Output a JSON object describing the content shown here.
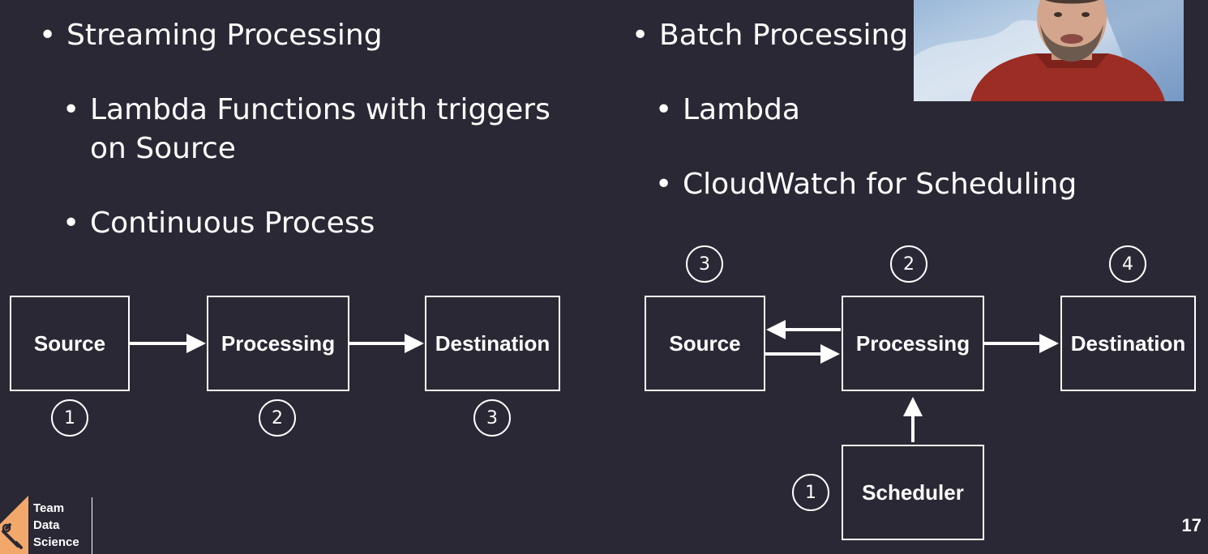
{
  "slide": {
    "page_number": "17",
    "background_color": "#2a2834",
    "left_column": {
      "heading": "Streaming Processing",
      "bullets": [
        "Lambda Functions with triggers",
        "on Source",
        "Continuous Process"
      ],
      "diagram": {
        "boxes": [
          "Source",
          "Processing",
          "Destination"
        ],
        "numbers": [
          "1",
          "2",
          "3"
        ]
      }
    },
    "right_column": {
      "heading": "Batch Processing",
      "bullets": [
        "Lambda",
        "CloudWatch for Scheduling"
      ],
      "diagram": {
        "boxes": [
          "Source",
          "Processing",
          "Destination",
          "Scheduler"
        ],
        "numbers": [
          "3",
          "2",
          "4",
          "1"
        ]
      }
    },
    "logo": {
      "line1": "Team",
      "line2": "Data",
      "line3": "Science",
      "accent_color": "#f2a86b"
    },
    "bullet_glyph": "•"
  }
}
